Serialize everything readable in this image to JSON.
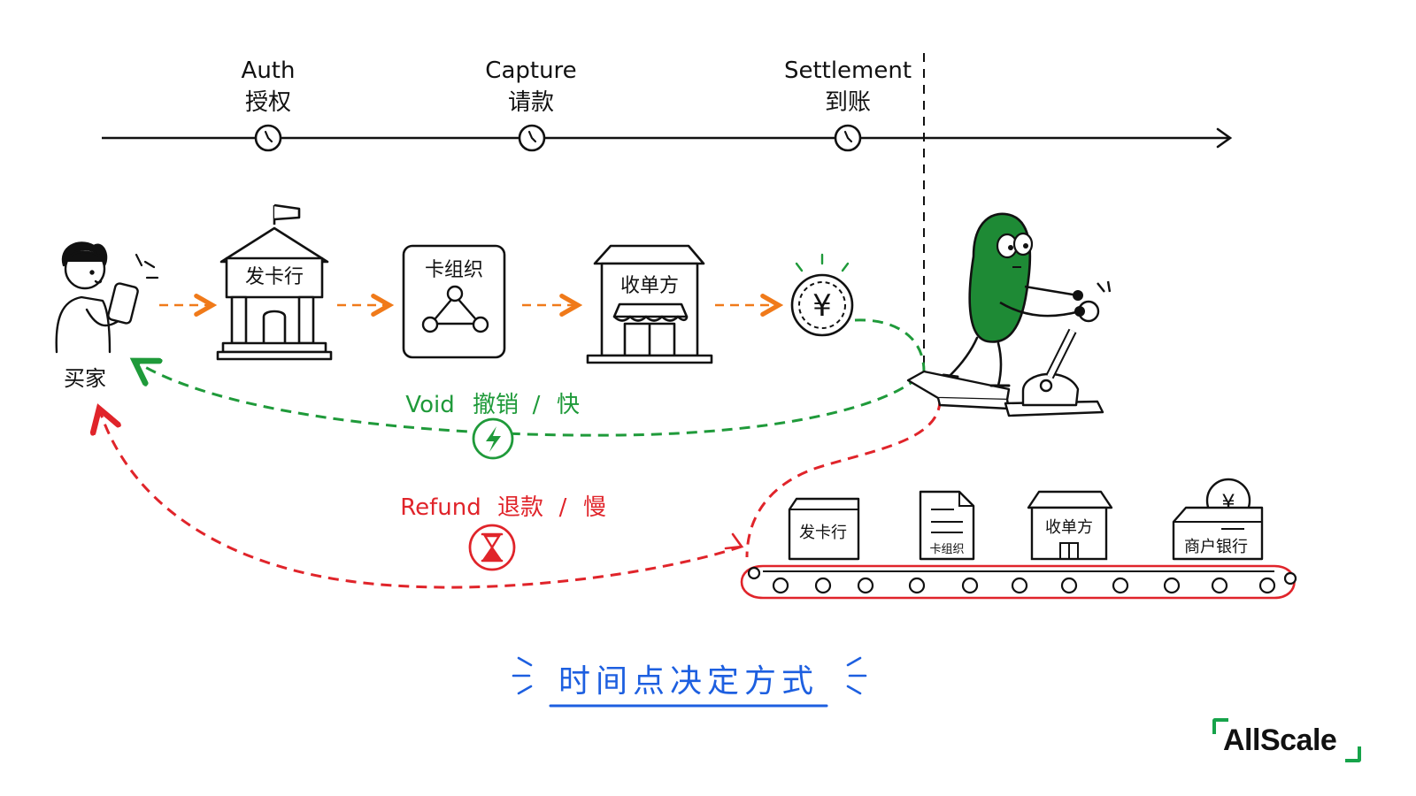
{
  "timeline": {
    "milestones": [
      {
        "en": "Auth",
        "zh": "授权"
      },
      {
        "en": "Capture",
        "zh": "请款"
      },
      {
        "en": "Settlement",
        "zh": "到账"
      }
    ]
  },
  "flow": {
    "buyer_label": "买家",
    "issuer_label": "发卡行",
    "network_label": "卡组织",
    "acquirer_label": "收单方",
    "money_symbol": "¥"
  },
  "void": {
    "label": "Void",
    "zh": "撤销",
    "sep": "/",
    "speed": "快"
  },
  "refund": {
    "label": "Refund",
    "zh": "退款",
    "sep": "/",
    "speed": "慢"
  },
  "conveyor": {
    "items": [
      "发卡行",
      "卡组织",
      "收单方",
      "商户银行"
    ],
    "coin_symbol": "¥"
  },
  "caption": "时间点决定方式",
  "brand": "AllScale",
  "colors": {
    "ink": "#111111",
    "orange": "#f07a1a",
    "green": "#1f9a3a",
    "red": "#e0242a",
    "blue": "#1d5fe0",
    "character": "#1e8a35"
  }
}
